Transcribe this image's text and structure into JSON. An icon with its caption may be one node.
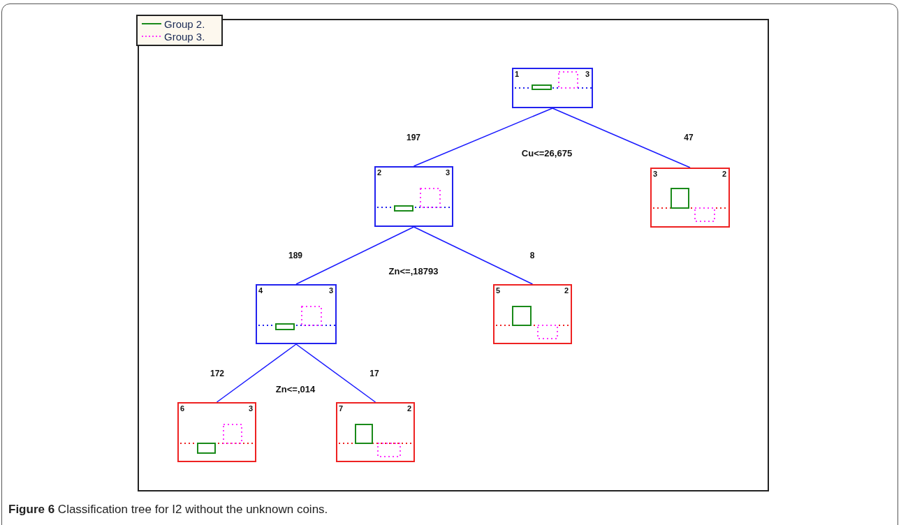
{
  "diagram": {
    "caption": "**Figure 6** Classification tree for I2 without the unknown coins.",
    "nodes": [
      {
        "text": [
          "1",
          "3"
        ]
      },
      {
        "text": [
          "2",
          "3"
        ]
      },
      {
        "text": [
          "3",
          "2"
        ]
      },
      {
        "text": [
          "4",
          "3"
        ]
      },
      {
        "text": [
          "5",
          "2"
        ]
      },
      {
        "text": [
          "6",
          "3"
        ]
      },
      {
        "text": [
          "7",
          "2"
        ]
      }
    ],
    "edges": [
      {
        "from": 0,
        "to": 1,
        "arrow": "none",
        "label": "197"
      },
      {
        "from": 0,
        "to": 2,
        "arrow": "none",
        "label": "47"
      },
      {
        "from": 1,
        "to": 3,
        "arrow": "none",
        "label": "189"
      },
      {
        "from": 1,
        "to": 4,
        "arrow": "none",
        "label": "8"
      },
      {
        "from": 3,
        "to": 5,
        "arrow": "none",
        "label": "172"
      },
      {
        "from": 3,
        "to": 6,
        "arrow": "none",
        "label": "17"
      }
    ],
    "labels": [
      "Cu<=26,675",
      "Zn<=,18793",
      "Zn<=,014"
    ],
    "legend": [
      {
        "text": "Group 2."
      },
      {
        "text": "Group 3."
      }
    ]
  }
}
